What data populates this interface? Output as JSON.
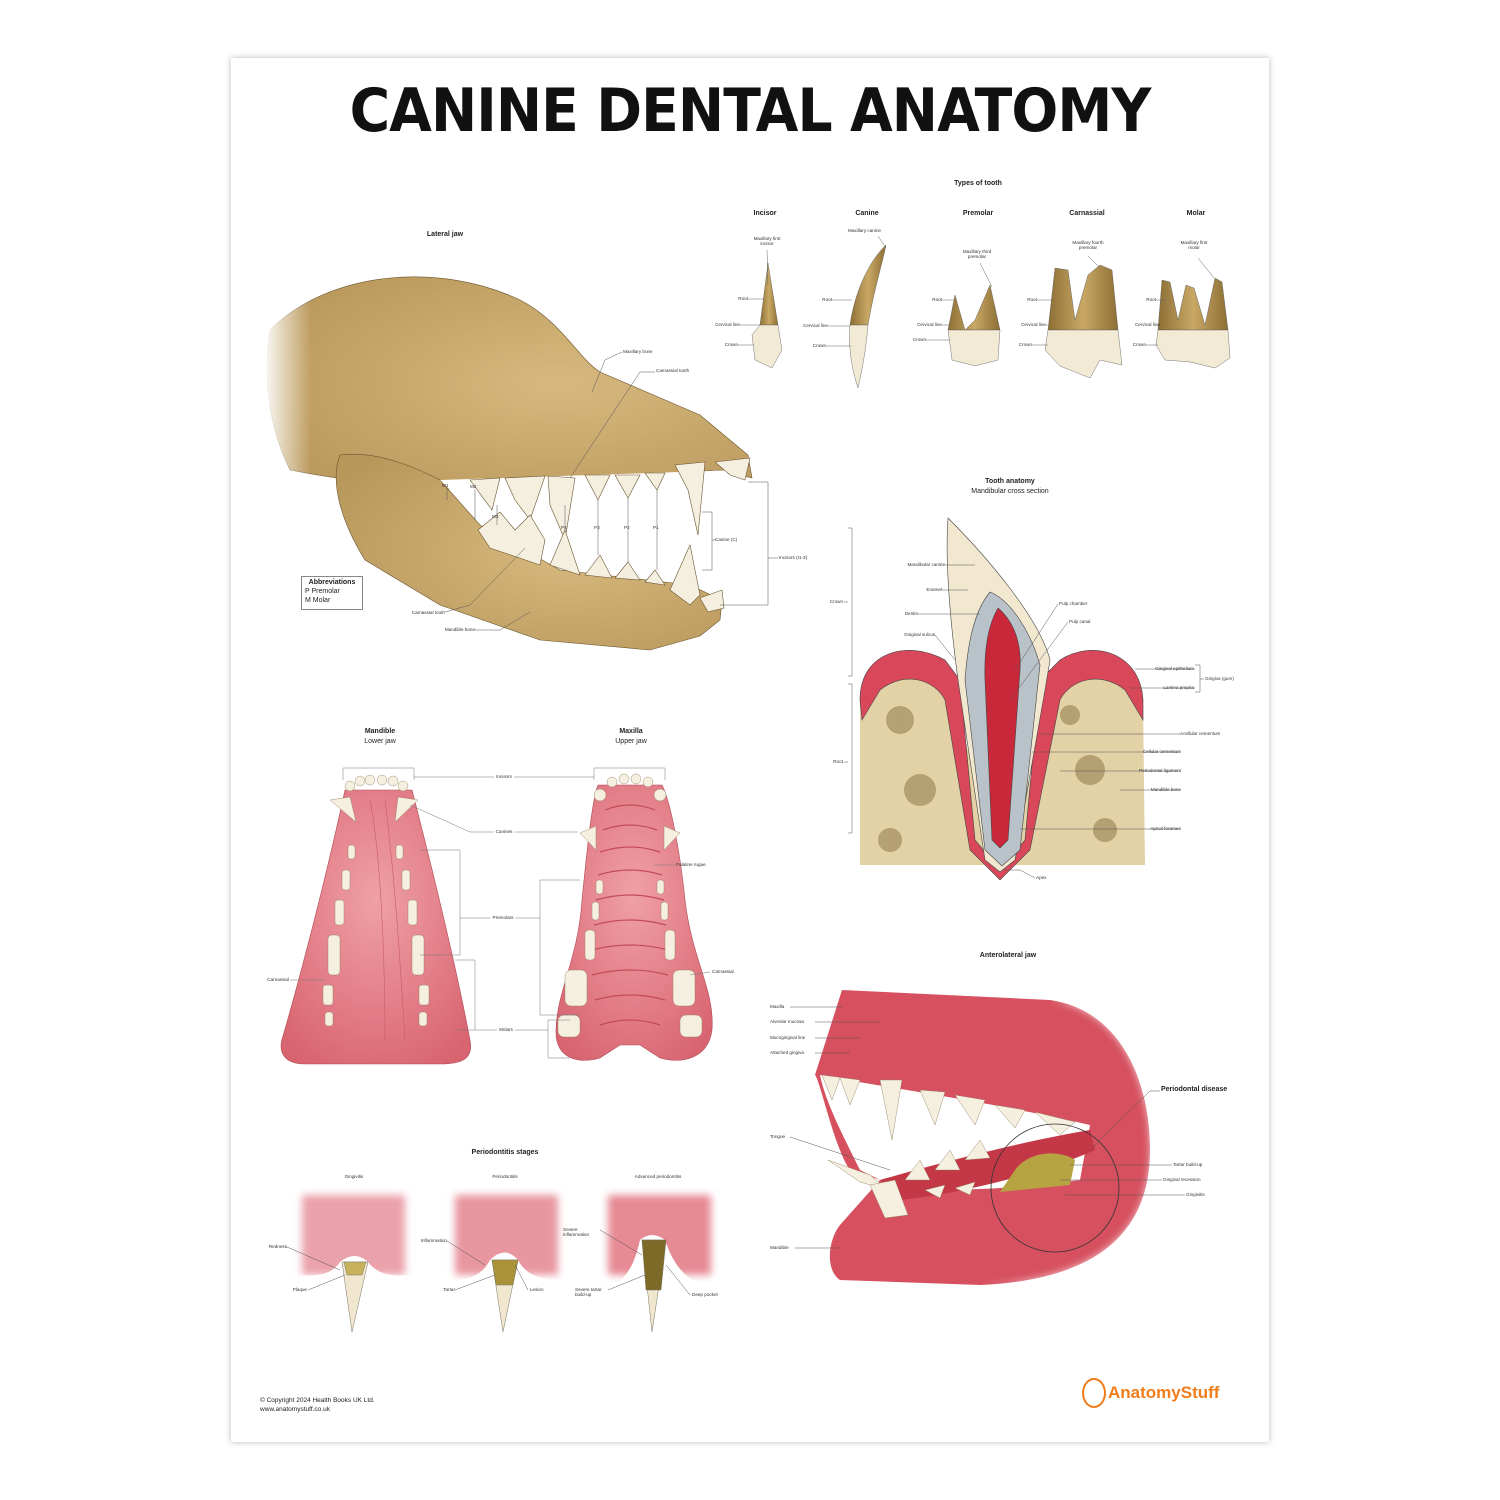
{
  "title": "CANINE DENTAL ANATOMY",
  "colors": {
    "bone": "#c9a96e",
    "enamel": "#f3ead6",
    "gum": "#e0727c",
    "gum_dark": "#c8303f",
    "root": "#a98a4a",
    "brand": "#f07c1a"
  },
  "types_of_tooth": {
    "title": "Types of tooth",
    "teeth": [
      {
        "name": "Incisor",
        "label": "Maxillary first incisor",
        "root": "Root",
        "cervical": "Cervical line",
        "crown": "Crown"
      },
      {
        "name": "Canine",
        "label": "Maxillary canine",
        "root": "Root",
        "cervical": "Cervical line",
        "crown": "Crown"
      },
      {
        "name": "Premolar",
        "label": "Maxillary third premolar",
        "root": "Root",
        "cervical": "Cervical line",
        "crown": "Crown"
      },
      {
        "name": "Carnassial",
        "label": "Maxillary fourth premolar",
        "root": "Root",
        "cervical": "Cervical line",
        "crown": "Crown"
      },
      {
        "name": "Molar",
        "label": "Maxillary first molar",
        "root": "Root",
        "cervical": "Cervical line",
        "crown": "Crown"
      }
    ]
  },
  "lateral_jaw": {
    "title": "Lateral jaw",
    "labels": {
      "maxillary_bone": "Maxillary bone",
      "carnassial_upper": "Carnassial tooth",
      "carnassial_lower": "Carnassial tooth",
      "mandible_bone": "Mandible bone",
      "canine": "Canine (C)",
      "incisors": "Incisors (I1-3)"
    },
    "tooth_codes": [
      "M1",
      "M2",
      "M3",
      "P4",
      "P3",
      "P2",
      "P1"
    ],
    "abbreviations": {
      "title": "Abbreviations",
      "items": [
        "P  Premolar",
        "M  Molar"
      ]
    }
  },
  "tooth_anatomy": {
    "title": "Tooth anatomy",
    "subtitle": "Mandibular cross section",
    "left_labels": [
      "Mandibular canine",
      "Enamel",
      "Dentin",
      "Gingival sulcus"
    ],
    "brackets": [
      "Crown",
      "Root"
    ],
    "right_labels": [
      "Pulp chamber",
      "Pulp canal",
      "Gingival epithelium",
      "Lamina propria",
      "Gingiva (gum)",
      "Acellular cementum",
      "Cellular cementum",
      "Periodontal ligament",
      "Mandible bone",
      "Apical foramen"
    ],
    "apex": "Apex"
  },
  "jaws": {
    "mandible": {
      "title": "Mandible",
      "subtitle": "Lower jaw"
    },
    "maxilla": {
      "title": "Maxilla",
      "subtitle": "Upper jaw"
    },
    "labels": {
      "incisors": "Incisors",
      "canines": "Canines",
      "premolars": "Premolars",
      "molars": "Molars",
      "carnassial_left": "Carnassial",
      "carnassial_right": "Carnassial",
      "palatine_rugae": "Palatine rugae"
    }
  },
  "periodontitis": {
    "title": "Periodontitis stages",
    "stages": [
      {
        "name": "Gingivitis",
        "labels": [
          "Redness",
          "Plaque"
        ]
      },
      {
        "name": "Periodontitis",
        "labels": [
          "Inflammation",
          "Tartar",
          "Lesion"
        ]
      },
      {
        "name": "Advanced periodontitis",
        "labels": [
          "Severe inflammation",
          "Severe tartar build-up",
          "Deep pocket"
        ]
      }
    ]
  },
  "anterolateral_jaw": {
    "title": "Anterolateral jaw",
    "left_labels": [
      "Maxilla",
      "Alveolar mucosa",
      "Mucogingival line",
      "Attached gingiva",
      "Tongue",
      "Mandible"
    ],
    "callout": "Periodontal disease",
    "right_labels": [
      "Tartar build-up",
      "Gingival recession",
      "Gingivitis"
    ]
  },
  "footer": {
    "copyright": "© Copyright 2024 Health Books UK Ltd.",
    "url": "www.anatomystuff.co.uk",
    "logo": "AnatomyStuff"
  }
}
